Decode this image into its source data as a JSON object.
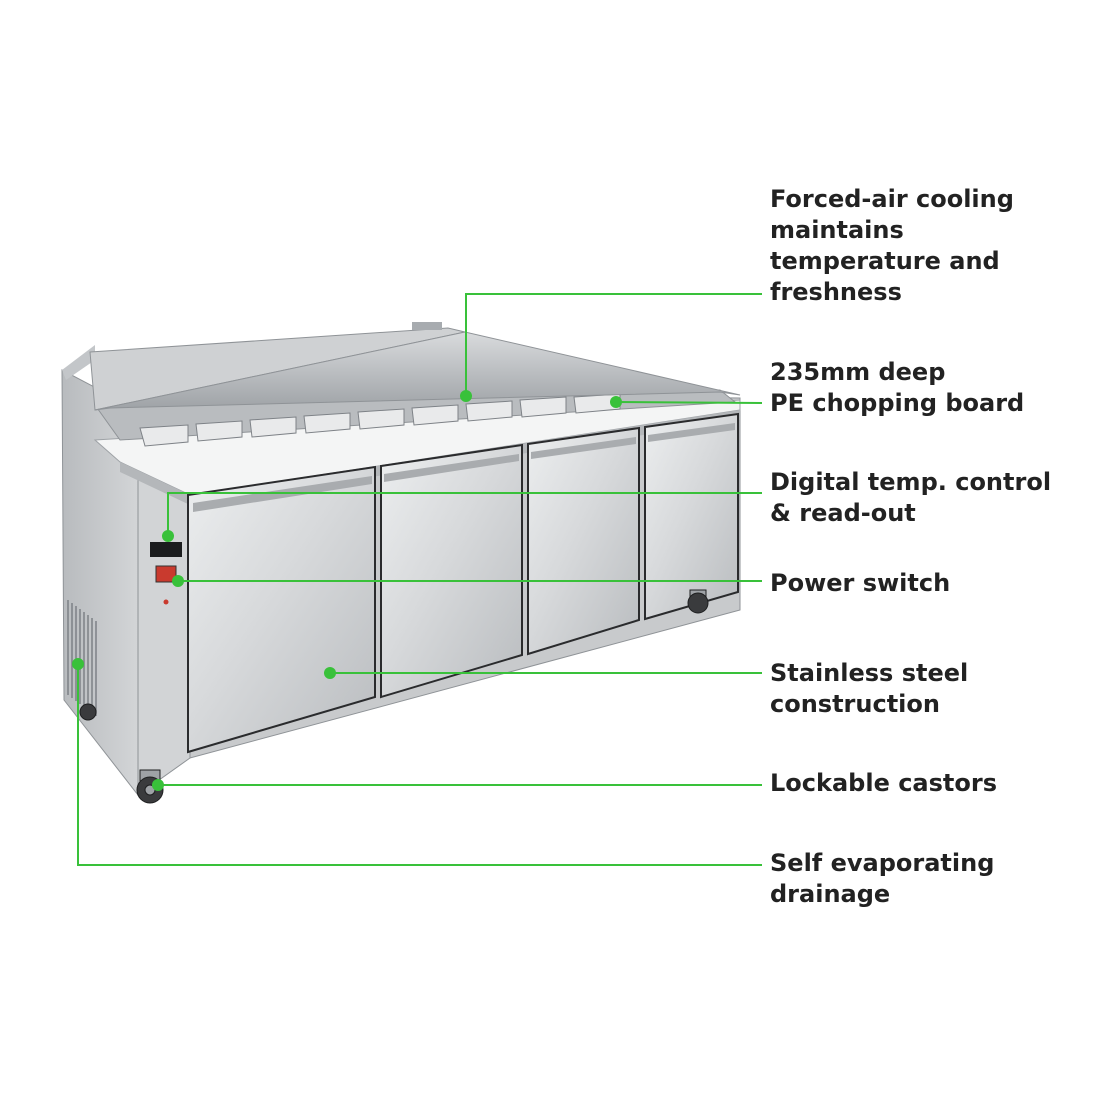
{
  "colors": {
    "accent": "#39c13a",
    "text": "#222222",
    "steel": "#c9cbcd"
  },
  "features": [
    {
      "id": "forced-air-cooling",
      "lines": [
        "Forced-air cooling",
        "maintains",
        "temperature and",
        "freshness"
      ]
    },
    {
      "id": "chopping-board",
      "lines": [
        "235mm deep",
        "PE chopping board"
      ]
    },
    {
      "id": "digital-temp-control",
      "lines": [
        "Digital temp. control",
        "& read-out"
      ]
    },
    {
      "id": "power-switch",
      "lines": [
        "Power switch"
      ]
    },
    {
      "id": "stainless-steel",
      "lines": [
        "Stainless steel",
        "construction"
      ]
    },
    {
      "id": "lockable-castors",
      "lines": [
        "Lockable castors"
      ]
    },
    {
      "id": "self-evaporating-drainage",
      "lines": [
        "Self evaporating",
        "drainage"
      ]
    }
  ]
}
